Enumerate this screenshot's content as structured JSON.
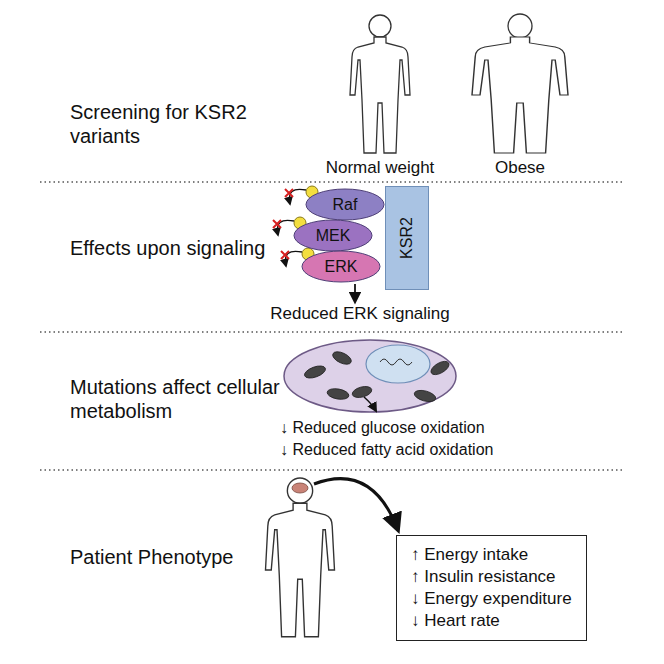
{
  "diagram": {
    "nodes": [
      {
        "text": [
          "KSR2"
        ]
      },
      {
        "text": [
          "Raf"
        ]
      },
      {
        "text": [
          "MEK"
        ]
      },
      {
        "text": [
          "ERK"
        ]
      },
      {
        "text": [
          "↑ Energy intake",
          "↑ Insulin resistance",
          "↓ Energy expenditure",
          "↓ Heart rate"
        ]
      }
    ],
    "labels": [
      "Screening for KSR2 variants",
      "Normal weight",
      "Obese",
      "Effects upon signaling",
      "Reduced ERK signaling",
      "Mutations affect cellular metabolism",
      "↓ Reduced glucose oxidation",
      "↓ Reduced fatty acid oxidation",
      "Patient Phenotype"
    ]
  }
}
